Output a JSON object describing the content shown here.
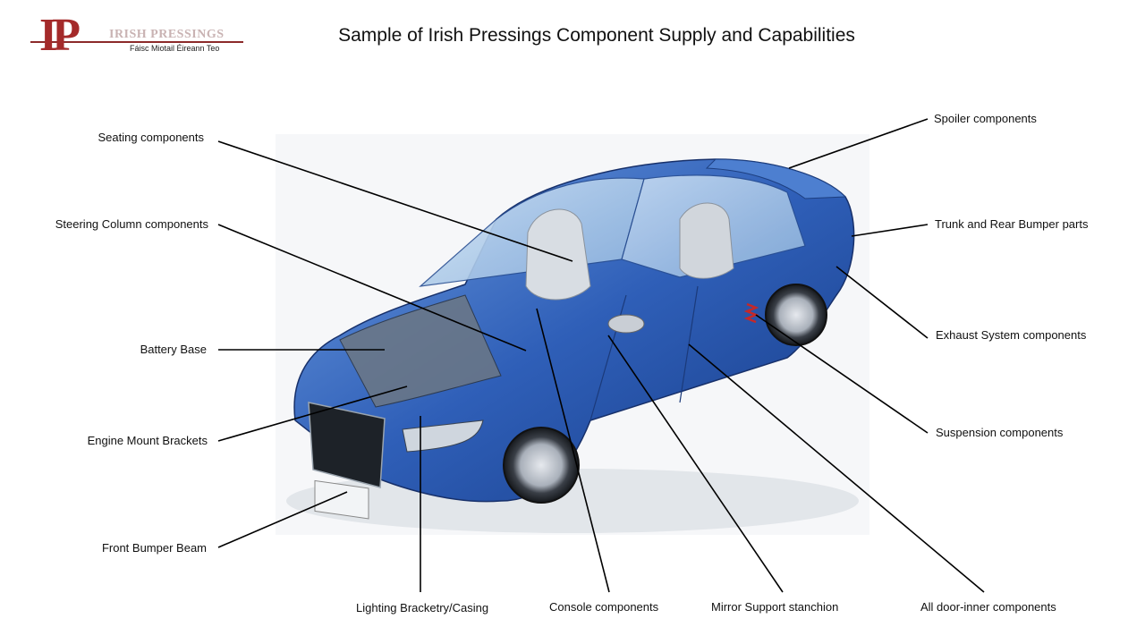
{
  "slide": {
    "title": "Sample of Irish Pressings Component Supply and Capabilities"
  },
  "logo": {
    "monogram": "IP",
    "company_name": "IRISH PRESSINGS",
    "irish_name": "Fáisc Miotail Éireann Teo",
    "colors": {
      "monogram": "#a42a2a",
      "rule": "#8c2a2a"
    }
  },
  "labels": {
    "seating": "Seating components",
    "steering": "Steering Column components",
    "battery": "Battery Base",
    "engine_mount": "Engine Mount Brackets",
    "front_bumper": "Front Bumper Beam",
    "lighting": "Lighting Bracketry/Casing",
    "console": "Console components",
    "mirror": "Mirror Support stanchion",
    "door_inner": "All door-inner components",
    "spoiler": "Spoiler components",
    "trunk": "Trunk and Rear Bumper parts",
    "exhaust": "Exhaust System components",
    "suspension": "Suspension components"
  },
  "car_colors": {
    "body": "#2f5fb8",
    "glass": "#9cc2e8",
    "seat": "#d8dde3"
  }
}
